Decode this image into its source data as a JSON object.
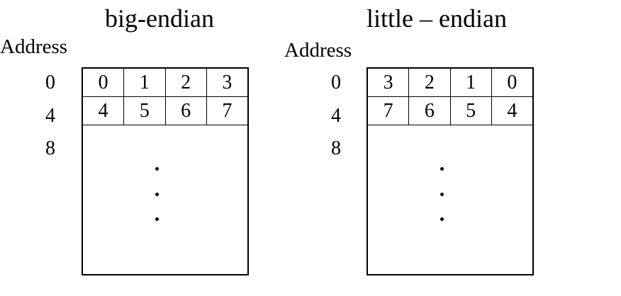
{
  "big_endian": {
    "title": "big-endian",
    "address_label": "Address",
    "addresses": [
      "0",
      "4",
      "8"
    ],
    "rows": [
      [
        "0",
        "1",
        "2",
        "3"
      ],
      [
        "4",
        "5",
        "6",
        "7"
      ]
    ]
  },
  "little_endian": {
    "title": "little – endian",
    "address_label": "Address",
    "addresses": [
      "0",
      "4",
      "8"
    ],
    "rows": [
      [
        "3",
        "2",
        "1",
        "0"
      ],
      [
        "7",
        "6",
        "5",
        "4"
      ]
    ]
  }
}
